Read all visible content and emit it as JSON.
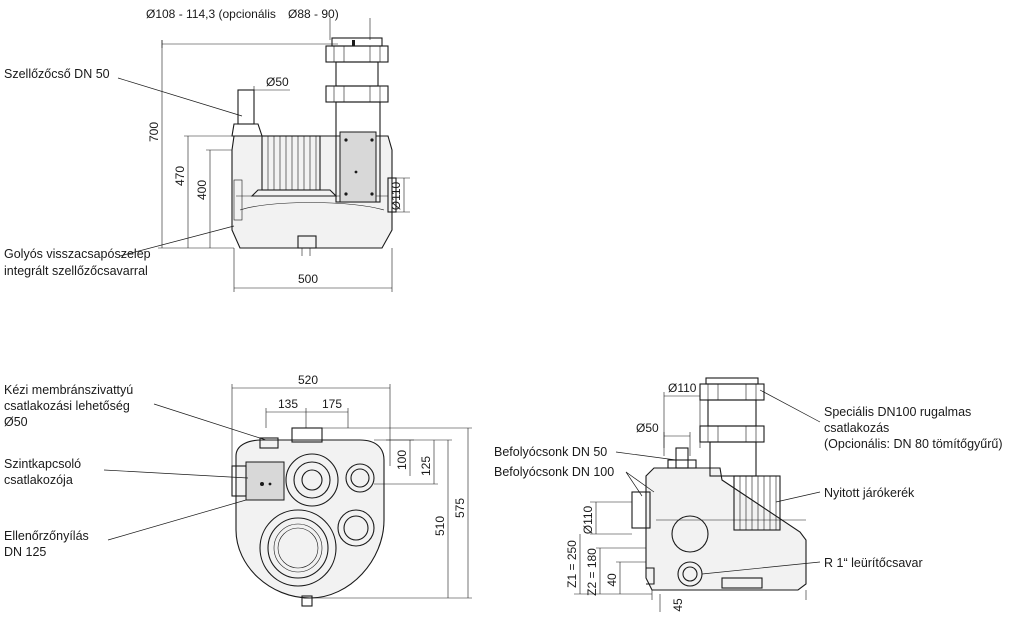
{
  "labels": {
    "vent_pipe": "Szellőzőcső DN 50",
    "check_valve_line1": "Golyós visszacsapószelep",
    "check_valve_line2": "integrált szellőzőcsavarral",
    "hand_pump_line1": "Kézi membránszivattyú",
    "hand_pump_line2": "csatlakozási lehetőség",
    "hand_pump_line3": "Ø50",
    "level_switch_line1": "Szintkapcsoló",
    "level_switch_line2": "csatlakozója",
    "inspection_line1": "Ellenőrzőnyílás",
    "inspection_line2": "DN 125",
    "inlet_50": "Befolyócsonk DN 50",
    "inlet_100": "Befolyócsonk DN 100",
    "special_line1": "Speciális DN100 rugalmas",
    "special_line2": "csatlakozás",
    "special_line3": "(Opcionális: DN 80 tömítőgyűrű)",
    "impeller": "Nyitott járókerék",
    "drain_screw": "R 1“ leürítőcsavar"
  },
  "dimensions": {
    "top_optional": "Ø108 - 114,3 (opcionális",
    "top_88": "Ø88 - 90)",
    "phi50_front": "Ø50",
    "h700": "700",
    "h470": "470",
    "h400": "400",
    "phi110_front": "Ø110",
    "w500": "500",
    "w520": "520",
    "w135": "135",
    "w175": "175",
    "d100": "100",
    "d125": "125",
    "d510": "510",
    "d575": "575",
    "phi110_side_top": "Ø110",
    "phi50_side": "Ø50",
    "phi110_side": "Ø110",
    "z1": "Z1 = 250",
    "z2": "Z2 = 180",
    "h40": "40",
    "h45": "45"
  }
}
